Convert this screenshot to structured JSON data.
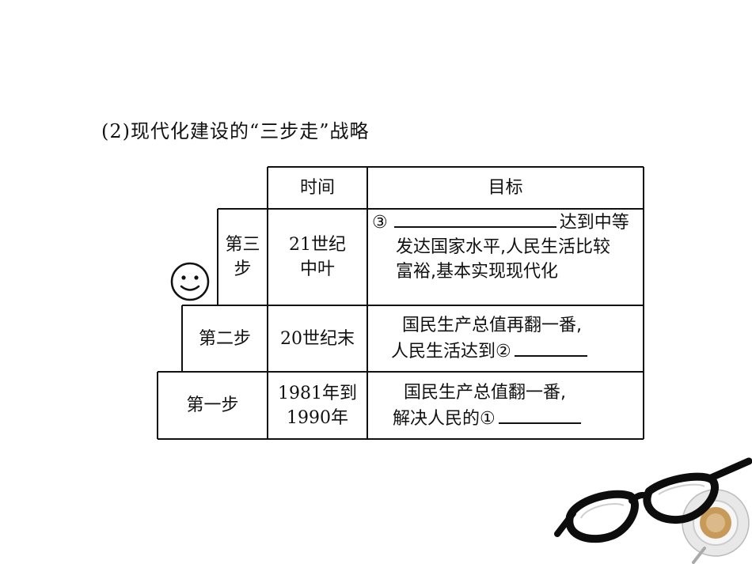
{
  "title": "(2)现代化建设的“三步走”战略",
  "table": {
    "header_time": "时间",
    "header_goal": "目标",
    "rows": [
      {
        "step": "第三步",
        "step_line1": "第三",
        "step_line2": "步",
        "time_line1": "21世纪",
        "time_line2": "中叶",
        "goal_marker": "③",
        "goal_line1_suffix": "达到中等",
        "goal_line2": "发达国家水平,人民生活比较",
        "goal_line3": "富裕,基本实现现代化"
      },
      {
        "step": "第二步",
        "time": "20世纪末",
        "goal_line1": "国民生产总值再翻一番,",
        "goal_line2_prefix": "人民生活达到",
        "goal_marker": "②"
      },
      {
        "step": "第一步",
        "time_line1": "1981年到",
        "time_line2": "1990年",
        "goal_line1": "国民生产总值翻一番,",
        "goal_line2_prefix": "解决人民的",
        "goal_marker": "①"
      }
    ]
  },
  "icons": [
    "smiley-face-icon",
    "eyeglasses-icon",
    "coffee-cup-icon"
  ]
}
